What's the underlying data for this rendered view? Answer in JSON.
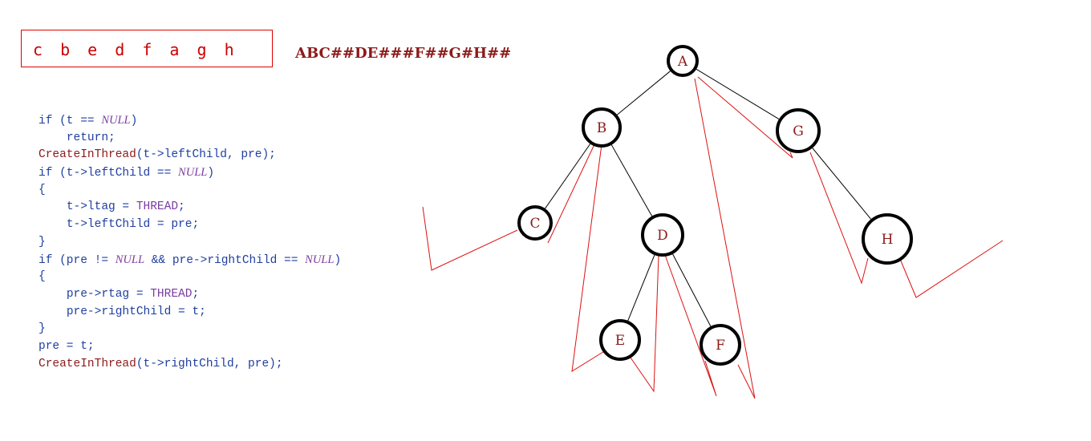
{
  "inorder_sequence": "c b e d f a g h",
  "preorder_input": "ABC##DE###F##G#H##",
  "code_lines": [
    {
      "indent": 0,
      "tokens": [
        {
          "t": "kw",
          "v": "if"
        },
        {
          "t": "plain",
          "v": " (t == "
        },
        {
          "t": "null",
          "v": "NULL"
        },
        {
          "t": "plain",
          "v": ")"
        }
      ]
    },
    {
      "indent": 1,
      "tokens": [
        {
          "t": "kw",
          "v": "return"
        },
        {
          "t": "plain",
          "v": ";"
        }
      ]
    },
    {
      "indent": 0,
      "tokens": [
        {
          "t": "fn",
          "v": "CreateInThread"
        },
        {
          "t": "plain",
          "v": "(t->leftChild, pre);"
        }
      ]
    },
    {
      "indent": 0,
      "tokens": [
        {
          "t": "kw",
          "v": "if"
        },
        {
          "t": "plain",
          "v": " (t->leftChild == "
        },
        {
          "t": "null",
          "v": "NULL"
        },
        {
          "t": "plain",
          "v": ")"
        }
      ]
    },
    {
      "indent": 0,
      "tokens": [
        {
          "t": "plain",
          "v": "{"
        }
      ]
    },
    {
      "indent": 1,
      "tokens": [
        {
          "t": "plain",
          "v": "t->ltag = "
        },
        {
          "t": "const",
          "v": "THREAD"
        },
        {
          "t": "plain",
          "v": ";"
        }
      ]
    },
    {
      "indent": 1,
      "tokens": [
        {
          "t": "plain",
          "v": "t->leftChild = pre;"
        }
      ]
    },
    {
      "indent": 0,
      "tokens": [
        {
          "t": "plain",
          "v": "}"
        }
      ]
    },
    {
      "indent": 0,
      "tokens": [
        {
          "t": "kw",
          "v": "if"
        },
        {
          "t": "plain",
          "v": " (pre != "
        },
        {
          "t": "null",
          "v": "NULL"
        },
        {
          "t": "plain",
          "v": " && pre->rightChild == "
        },
        {
          "t": "null",
          "v": "NULL"
        },
        {
          "t": "plain",
          "v": ")"
        }
      ]
    },
    {
      "indent": 0,
      "tokens": [
        {
          "t": "plain",
          "v": "{"
        }
      ]
    },
    {
      "indent": 1,
      "tokens": [
        {
          "t": "plain",
          "v": "pre->rtag = "
        },
        {
          "t": "const",
          "v": "THREAD"
        },
        {
          "t": "plain",
          "v": ";"
        }
      ]
    },
    {
      "indent": 1,
      "tokens": [
        {
          "t": "plain",
          "v": "pre->rightChild = t;"
        }
      ]
    },
    {
      "indent": 0,
      "tokens": [
        {
          "t": "plain",
          "v": "}"
        }
      ]
    },
    {
      "indent": 0,
      "tokens": [
        {
          "t": "plain",
          "v": "pre = t;"
        }
      ]
    },
    {
      "indent": 0,
      "tokens": [
        {
          "t": "fn",
          "v": "CreateInThread"
        },
        {
          "t": "plain",
          "v": "(t->rightChild, pre);"
        }
      ]
    }
  ],
  "tree": {
    "nodes": [
      {
        "id": "A",
        "label": "A"
      },
      {
        "id": "B",
        "label": "B"
      },
      {
        "id": "G",
        "label": "G"
      },
      {
        "id": "C",
        "label": "C"
      },
      {
        "id": "D",
        "label": "D"
      },
      {
        "id": "H",
        "label": "H"
      },
      {
        "id": "E",
        "label": "E"
      },
      {
        "id": "F",
        "label": "F"
      }
    ],
    "edges": [
      [
        "A",
        "B"
      ],
      [
        "A",
        "G"
      ],
      [
        "B",
        "C"
      ],
      [
        "B",
        "D"
      ],
      [
        "D",
        "E"
      ],
      [
        "D",
        "F"
      ],
      [
        "G",
        "H"
      ]
    ],
    "threads": [
      {
        "from": "C",
        "to": null,
        "side": "left"
      },
      {
        "from": "C",
        "to": "B",
        "side": "right"
      },
      {
        "from": "E",
        "to": "B",
        "side": "left"
      },
      {
        "from": "E",
        "to": "D",
        "side": "right"
      },
      {
        "from": "F",
        "to": "D",
        "side": "left"
      },
      {
        "from": "F",
        "to": "A",
        "side": "right"
      },
      {
        "from": "G",
        "to": "A",
        "side": "left"
      },
      {
        "from": "H",
        "to": "G",
        "side": "left"
      },
      {
        "from": "H",
        "to": null,
        "side": "right"
      }
    ]
  },
  "colors": {
    "node_outline": "#000000",
    "edge": "#000000",
    "thread": "#dd1111",
    "label": "#8b1a1a"
  }
}
